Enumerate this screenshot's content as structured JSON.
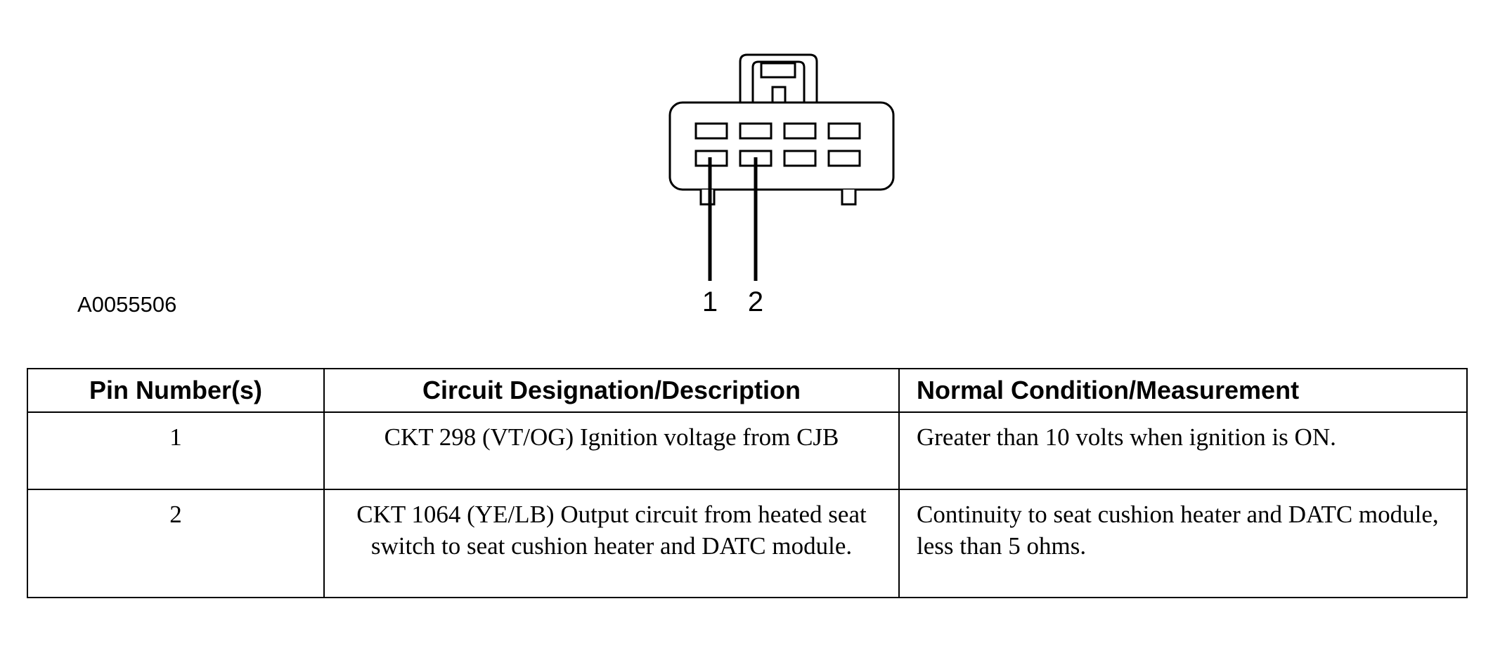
{
  "figure": {
    "id": "A0055506",
    "pin_labels": [
      "1",
      "2"
    ]
  },
  "table": {
    "headers": [
      "Pin Number(s)",
      "Circuit Designation/Description",
      "Normal Condition/Measurement"
    ],
    "rows": [
      {
        "pin": "1",
        "circuit": "CKT 298 (VT/OG) Ignition voltage from CJB",
        "condition": "Greater than 10 volts when ignition is ON."
      },
      {
        "pin": "2",
        "circuit": "CKT 1064 (YE/LB) Output circuit from heated seat switch to seat cushion heater and DATC module.",
        "condition": "Continuity to seat cushion heater and DATC module, less than 5 ohms."
      }
    ]
  }
}
